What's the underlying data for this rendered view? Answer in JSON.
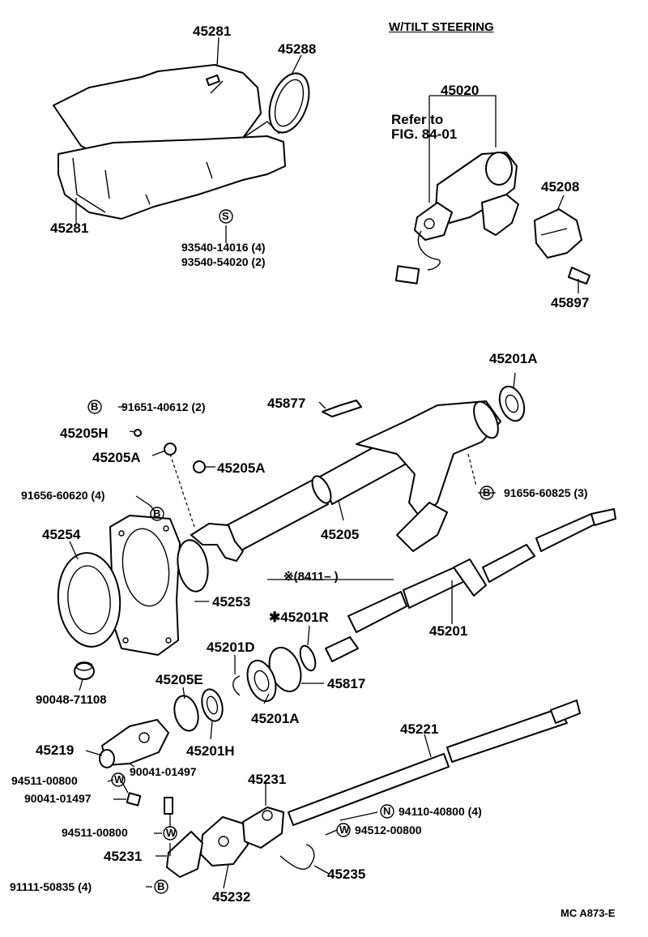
{
  "header": {
    "tilt_title": "W/TILT STEERING"
  },
  "refer": {
    "line1": "Refer to",
    "line2": "FIG. 84-01"
  },
  "labels": {
    "p45281_top": "45281",
    "p45288": "45288",
    "p45281_bottom": "45281",
    "bolt_a": "93540-14016 (4)",
    "bolt_b": "93540-54020 (2)",
    "sym_s": "S",
    "p45020": "45020",
    "p45208": "45208",
    "p45897": "45897",
    "p45201A_top": "45201A",
    "p45877": "45877",
    "b91651": "91651-40612 (2)",
    "sym_b1": "B",
    "p45205H": "45205H",
    "p45205A_left": "45205A",
    "p45205A_right": "45205A",
    "b91656_left": "91656-60620 (4)",
    "sym_b2": "B",
    "b91656_right": "91656-60825 (3)",
    "sym_b3": "B",
    "p45205": "45205",
    "p45254": "45254",
    "p45253": "45253",
    "note_8411": "※(8411–        )",
    "p45201": "45201",
    "p45201R": "✱45201R",
    "p45201D": "45201D",
    "p45817": "45817",
    "p45201A_mid": "45201A",
    "p90048": "90048-71108",
    "p45205E": "45205E",
    "p45201H": "45201H",
    "p45219": "45219",
    "p90041_a": "90041-01497",
    "p94511_a": "94511-00800",
    "sym_w1": "W",
    "p90041_b": "90041-01497",
    "p94511_b": "94511-00800",
    "sym_w2": "W",
    "p45221": "45221",
    "p45231_right": "45231",
    "p94110": "94110-40800 (4)",
    "sym_n": "N",
    "p94512": "94512-00800",
    "sym_w3": "W",
    "p45231_left": "45231",
    "p45235": "45235",
    "p91111": "91111-50835 (4)",
    "sym_b4": "B",
    "p45232": "45232"
  },
  "footer": {
    "code": "MC A873-E"
  }
}
